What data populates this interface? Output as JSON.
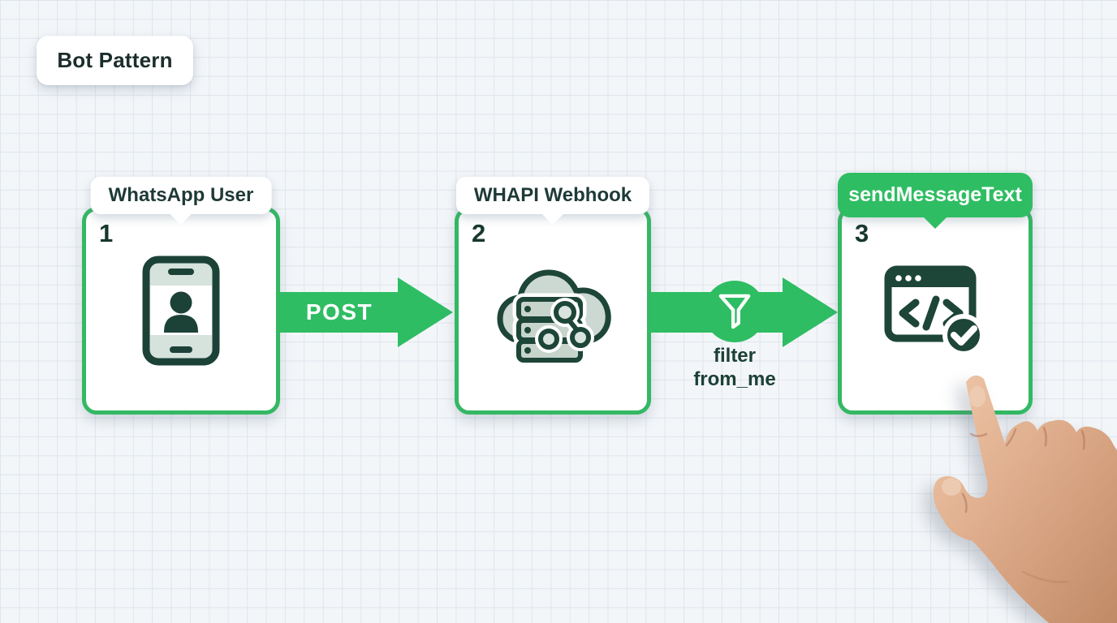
{
  "title": {
    "label": "Bot Pattern"
  },
  "steps": [
    {
      "number": "1",
      "label": "WhatsApp User",
      "icon": "phone-user-icon"
    },
    {
      "number": "2",
      "label": "WHAPI Webhook",
      "icon": "cloud-server-webhook-icon"
    },
    {
      "number": "3",
      "label": "sendMessageText",
      "icon": "code-window-check-icon"
    }
  ],
  "connectors": [
    {
      "label": "POST"
    },
    {
      "icon": "funnel-icon",
      "caption_line1": "filter",
      "caption_line2": "from_me"
    }
  ],
  "pointer": {
    "type": "pointing-hand"
  },
  "colors": {
    "accent_green": "#2ebd63",
    "border_green": "#33b863",
    "dark_teal": "#1c4238",
    "light_fill": "#d6e2dc",
    "background": "#f3f6f9",
    "grid_line": "#e0e5ec",
    "card_white": "#ffffff"
  }
}
